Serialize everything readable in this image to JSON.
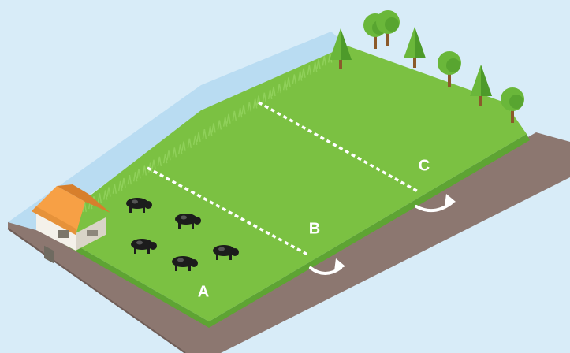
{
  "zones": [
    {
      "id": "a",
      "label": "A"
    },
    {
      "id": "b",
      "label": "B"
    },
    {
      "id": "c",
      "label": "C"
    }
  ],
  "herd_count": 5,
  "tree_count": 7,
  "gate_count": 2,
  "colors": {
    "sky": "#d8ecf8",
    "field": "#7bc142",
    "field_dark": "#5ea433",
    "grass_blade": "#8fd05a",
    "road": "#8c7770",
    "road_edge": "#6f5d57",
    "river": "#b9dcf2",
    "fence": "#ffffff",
    "roof": "#f7a045",
    "roof_dark": "#d77f2c",
    "barn_wall": "#f4f1ea",
    "barn_side": "#d9d4c8",
    "cow": "#1c1c1c",
    "tree_leaf": "#6ab73a",
    "tree_leaf_dark": "#4d9a2a",
    "trunk": "#8b5a2b",
    "label": "#ffffff"
  }
}
